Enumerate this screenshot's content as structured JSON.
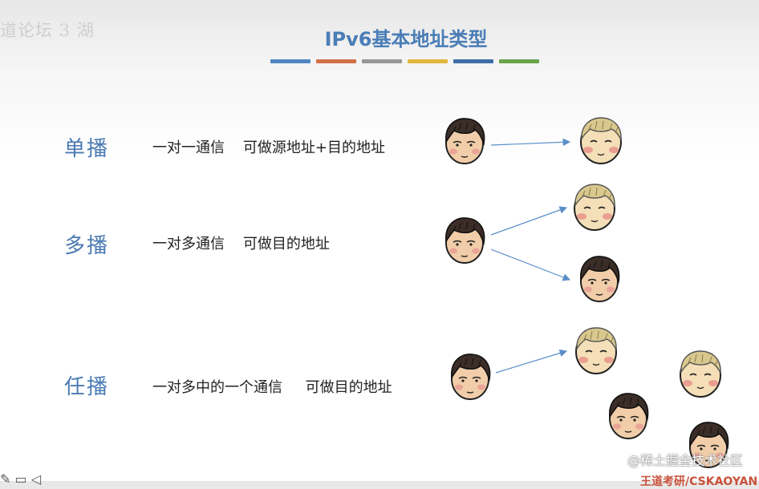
{
  "watermark_top": "道论坛 3 湖",
  "title": "IPv6基本地址类型",
  "title_bars": [
    "#4f86c0",
    "#d0704a",
    "#979797",
    "#e1b63c",
    "#3f6ea7",
    "#6aa34a"
  ],
  "rows": [
    {
      "term": "单播",
      "desc": "一对一通信    可做源地址+目的地址"
    },
    {
      "term": "多播",
      "desc": "一对多通信    可做目的地址"
    },
    {
      "term": "任播",
      "desc": "一对多中的一个通信     可做目的地址"
    }
  ],
  "watermark_bottom": "@稀土掘金技术社区",
  "watermark_bottom_2": "王道考研/CSKAOYAN",
  "icons": {
    "dark_face": "dark-hair-face-icon",
    "blonde_face": "blonde-hair-face-icon",
    "arrow": "arrow-icon"
  },
  "colors": {
    "term": "#4a7ab2",
    "arrow": "#5b8fc9"
  }
}
